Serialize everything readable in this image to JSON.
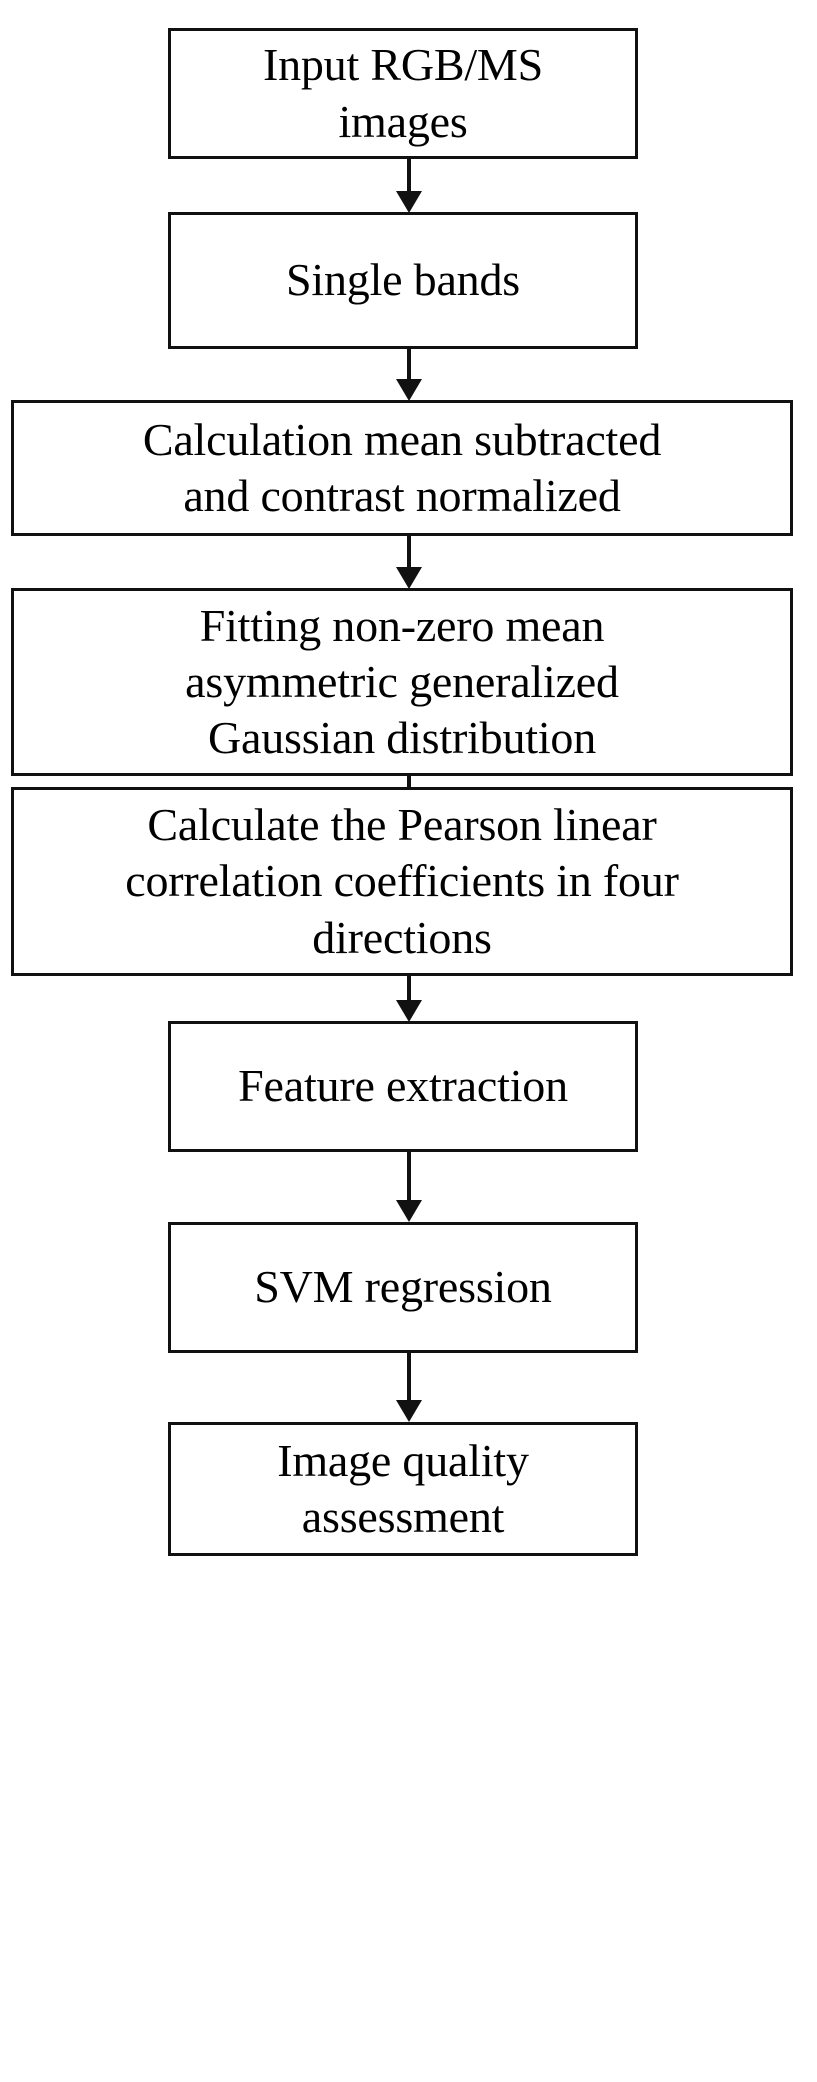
{
  "diagram": {
    "type": "flowchart",
    "orientation": "vertical",
    "background_color": "#ffffff",
    "stroke_color": "#111111",
    "text_color": "#000000",
    "nodes": [
      {
        "id": "input",
        "label": "Input RGB/MS\nimages",
        "shape": "rectangle",
        "width_class": "narrow"
      },
      {
        "id": "single_bands",
        "label": "Single bands",
        "shape": "rectangle",
        "width_class": "narrow"
      },
      {
        "id": "mean_contrast",
        "label": "Calculation mean subtracted\nand contrast normalized",
        "shape": "rectangle",
        "width_class": "wide"
      },
      {
        "id": "fitting_aggd",
        "label": "Fitting non-zero mean\nasymmetric generalized\nGaussian distribution",
        "shape": "rectangle",
        "width_class": "wide"
      },
      {
        "id": "pearson",
        "label": "Calculate the Pearson linear\ncorrelation coefficients in four\ndirections",
        "shape": "rectangle",
        "width_class": "wide"
      },
      {
        "id": "feature",
        "label": "Feature extraction",
        "shape": "rectangle",
        "width_class": "narrow"
      },
      {
        "id": "svm",
        "label": "SVM regression",
        "shape": "rectangle",
        "width_class": "narrow"
      },
      {
        "id": "iqa",
        "label": "Image quality\nassessment",
        "shape": "rectangle",
        "width_class": "narrow"
      }
    ],
    "edges": [
      {
        "id": "e1",
        "from": "input",
        "to": "single_bands",
        "style": "solid-arrow-down"
      },
      {
        "id": "e2",
        "from": "single_bands",
        "to": "mean_contrast",
        "style": "solid-arrow-down"
      },
      {
        "id": "e3",
        "from": "mean_contrast",
        "to": "fitting_aggd",
        "style": "solid-arrow-down"
      },
      {
        "id": "e4",
        "from": "fitting_aggd",
        "to": "pearson",
        "style": "solid-arrow-down"
      },
      {
        "id": "e5",
        "from": "pearson",
        "to": "feature",
        "style": "solid-arrow-down"
      },
      {
        "id": "e6",
        "from": "feature",
        "to": "svm",
        "style": "solid-arrow-down"
      },
      {
        "id": "e7",
        "from": "svm",
        "to": "iqa",
        "style": "solid-arrow-down"
      }
    ]
  }
}
